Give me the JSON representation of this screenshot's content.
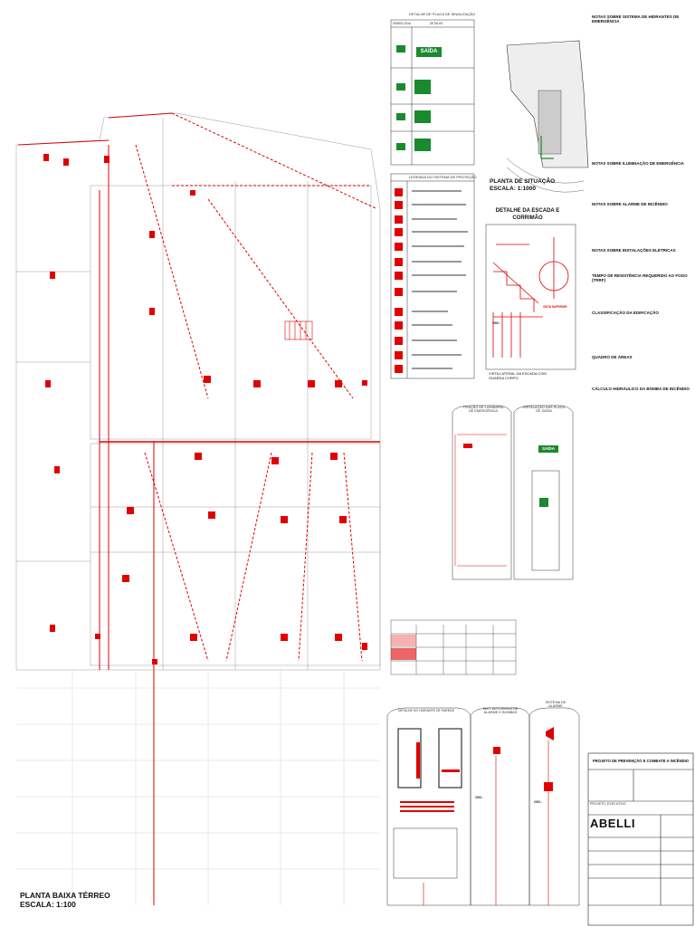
{
  "plan": {
    "title_line1": "PLANTA BAIXA TÉRREO",
    "title_line2": "ESCALA: 1:100"
  },
  "sign_detail": {
    "title": "DETALHE DE PLACA DE SINALIZAÇÃO",
    "col_symbol": "SIMBOLOGIA",
    "col_detail": "DETALHE",
    "exit_label": "SAÍDA"
  },
  "legend": {
    "title": "LEGENDA DO SISTEMA DE PROTEÇÃO"
  },
  "site": {
    "title_line1": "PLANTA DE SITUAÇÃO",
    "title_line2": "ESCALA: 1:1000"
  },
  "stair": {
    "title_line1": "DETALHE DA ESCADA E",
    "title_line2": "CORRIMÃO",
    "top_view": "VISTA SUPERIOR",
    "side_view_line1": "VISTA LATERAL DA ESCADA COM",
    "side_view_line2": "GUARDA CORPO",
    "obs": "OBS.:"
  },
  "notes": {
    "hydrant_title": "NOTAS SOBRE SISTEMA DE HIDRANTES DE EMERGÊNCIA",
    "lighting_title": "NOTAS SOBRE ILUMINAÇÃO DE EMERGÊNCIA",
    "alarm_title": "NOTAS SOBRE ALARME DE INCÊNDIO",
    "electrical_title": "NOTAS SOBRE INSTALAÇÕES ELÉTRICAS",
    "trrf_title": "TEMPO DE RESISTÊNCIA REQUERIDO AO FOGO (TRRF)",
    "classification_title": "CLASSIFICAÇÃO DA EDIFICAÇÃO",
    "areas_title": "QUADRO DE ÁREAS",
    "pump_title": "CÁLCULO HIDRÁULICO DA BOMBA DE INCÊNDIO"
  },
  "luminaire": {
    "title_line1": "FIXAÇÃO DE LUMINÁRIA",
    "title_line2": "DE EMERGÊNCIA"
  },
  "exit_sign": {
    "title_line1": "INSTALAÇÃO DAS PLACA",
    "title_line2": "DE SAÍDA",
    "exit_label": "SAÍDA"
  },
  "hydrant_box": {
    "title": "DETALHE DO HIDRANTE DE PAREDE"
  },
  "pushbutton": {
    "title_line1": "INST. BOTOEIRAS DE",
    "title_line2": "ALARME E BOMBAS",
    "obs": "OBS.:"
  },
  "alarm_system": {
    "title_line1": "SISTEMA DE",
    "title_line2": "ALARME",
    "obs": "OBS.:"
  },
  "title_block": {
    "project_title": "PROJETO DE PREVENÇÃO E COMBATE A INCÊNDIO",
    "firm": "ABELLI",
    "project_type": "PROJETO_EXECUTIVO"
  },
  "colors": {
    "accent_red": "#e00000",
    "sign_green": "#1a8a2f"
  }
}
